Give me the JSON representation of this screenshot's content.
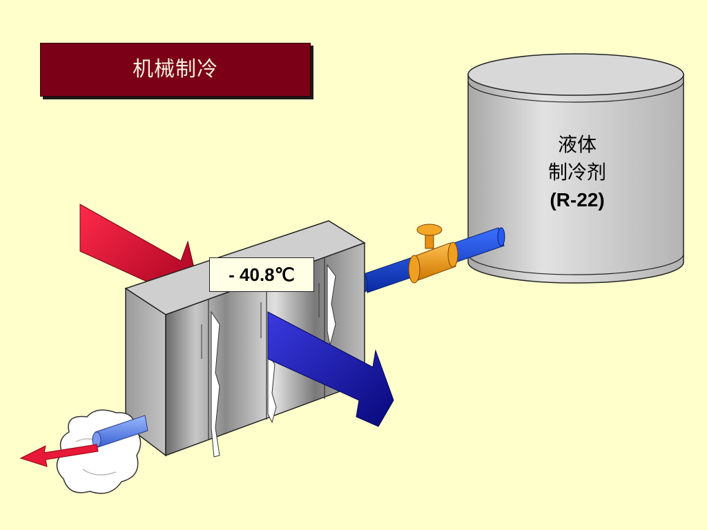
{
  "title": "机械制冷",
  "tank": {
    "line1": "液体",
    "line2": "制冷剂",
    "line3": "(R-22)"
  },
  "temperature": "- 40.8℃",
  "colors": {
    "background": "#ffffcc",
    "title_fill": "#7b0017",
    "warm_arrow": "#e0103a",
    "cold_arrow": "#1a1fa8",
    "pipe": "#1a4fe0",
    "valve": "#f0a020"
  }
}
